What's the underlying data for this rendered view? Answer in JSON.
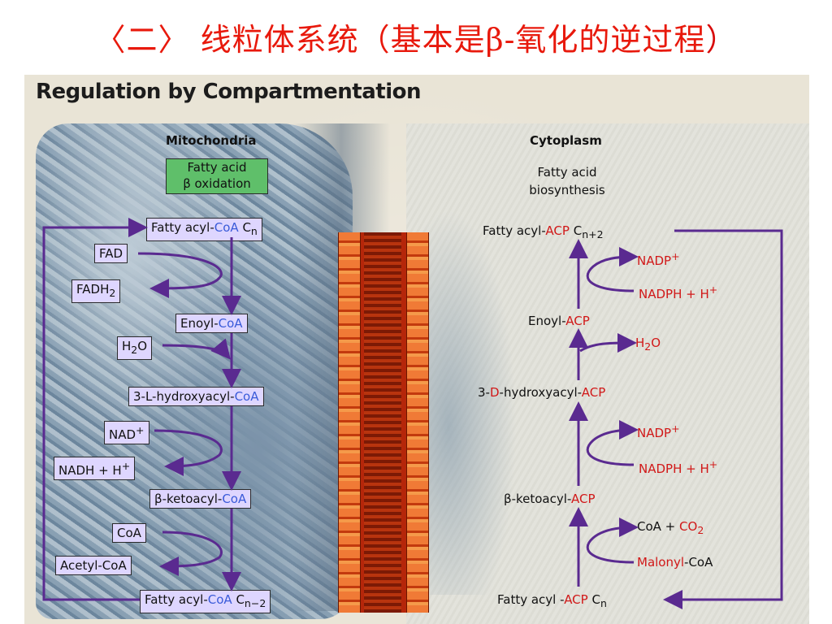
{
  "slide_title": {
    "main": "〈二〉 线粒体系统（基本是β-氧化的逆过程",
    "close": "）"
  },
  "figure": {
    "title": "Regulation by Compartmentation",
    "mito": {
      "heading": "Mitochondria",
      "process_line1": "Fatty acid",
      "process_line2": "β oxidation",
      "steps": [
        {
          "prefix": "Fatty acyl-",
          "coa": "CoA",
          "sub": " C",
          "subscript": "n"
        },
        {
          "prefix": "Enoyl-",
          "coa": "CoA"
        },
        {
          "prefix": "3-L-hydroxyacyl-",
          "coa": "CoA"
        },
        {
          "prefix": "β-ketoacyl-",
          "coa": "CoA"
        },
        {
          "prefix": "Fatty acyl-",
          "coa": "CoA",
          "sub": " C",
          "subscript": "n−2"
        }
      ],
      "side": {
        "fad": "FAD",
        "fadh2": "FADH",
        "fadh2_sub": "2",
        "h2o_h": "H",
        "h2o_sub": "2",
        "h2o_o": "O",
        "nad": "NAD",
        "nad_sup": "+",
        "nadh": "NADH + H",
        "nadh_sup": "+",
        "coa": "CoA",
        "acetyl": "Acetyl-CoA"
      }
    },
    "cyto": {
      "heading": "Cytoplasm",
      "process_line1": "Fatty acid",
      "process_line2": "biosynthesis",
      "steps": [
        {
          "prefix": "Fatty acyl-",
          "acp": "ACP",
          "sub": " C",
          "subscript": "n+2"
        },
        {
          "prefix": "Enoyl-",
          "acp": "ACP"
        },
        {
          "prefix1": "3-",
          "d": "D",
          "prefix2": "-hydroxyacyl-",
          "acp": "ACP"
        },
        {
          "prefix": "β-ketoacyl-",
          "acp": "ACP"
        },
        {
          "prefix": "Fatty acyl -",
          "acp": "ACP",
          "sub": " C",
          "subscript": "n"
        }
      ],
      "side": {
        "nadp": "NADP",
        "nadp_sup": "+",
        "nadph": "NADPH + H",
        "nadph_sup": "+",
        "h2o_h": "H",
        "h2o_sub": "2",
        "h2o_o": "O",
        "coa_plus": "CoA + ",
        "co2": "CO",
        "co2_sub": "2",
        "malonyl": "Malonyl",
        "malonyl_tail": "-CoA"
      }
    }
  },
  "colors": {
    "title_red": "#e8190c",
    "arrow_purple": "#5a2a90",
    "label_box": "#ded6ff",
    "process_box": "#5fbf6a",
    "coa_blue": "#3a5bd9",
    "acp_red": "#d11818",
    "membrane": "#f07a36"
  }
}
